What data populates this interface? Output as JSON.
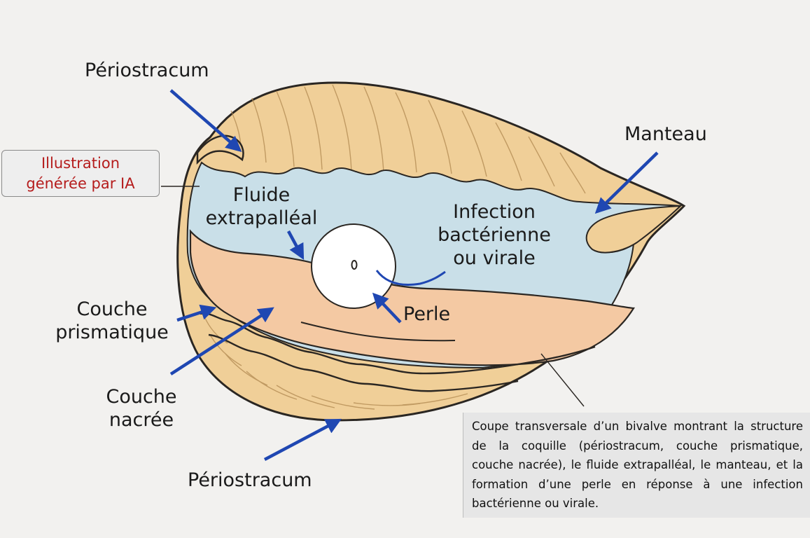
{
  "badge": {
    "line1": "Illustration",
    "line2": "générée par IA"
  },
  "labels": {
    "periostracum_top": "Périostracum",
    "manteau": "Manteau",
    "fluide_line1": "Fluide",
    "fluide_line2": "extrapalléal",
    "infection_line1": "Infection",
    "infection_line2": "bactérienne",
    "infection_line3": "ou virale",
    "perle": "Perle",
    "couche_prismatique_line1": "Couche",
    "couche_prismatique_line2": "prismatique",
    "couche_nacree_line1": "Couche",
    "couche_nacree_line2": "nacrée",
    "periostracum_bottom": "Périostracum"
  },
  "caption": "Coupe transversale d’un bivalve montrant la structure de la coquille (périostracum, couche prismatique, couche nacrée), le fluide extrapalléal, le manteau, et la formation d’une perle en réponse à une infection bactérienne ou virale.",
  "colors": {
    "background": "#f2f1ef",
    "shell": "#f0cf98",
    "fluid": "#c9dfe8",
    "nacre": "#f4c9a3",
    "pearl": "#ffffff",
    "arrow": "#1f47b2",
    "outline": "#2a2622",
    "badge_text": "#b51c1c"
  }
}
